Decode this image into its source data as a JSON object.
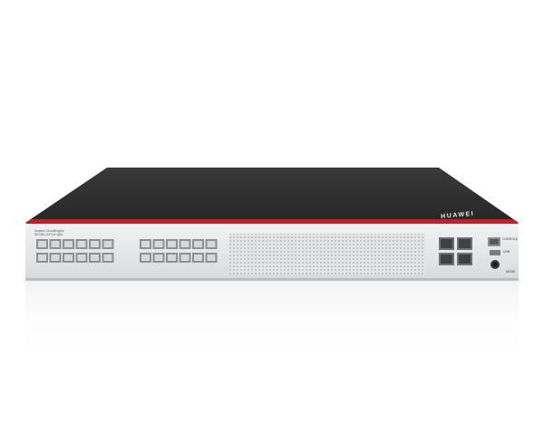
{
  "device": {
    "brand": "HUAWEI",
    "model_line_1": "Huawei CloudEngine",
    "model_line_2": "S5735-L24T4X-QA1",
    "console_label": "CONSOLE",
    "usb_label": "USB",
    "mode_label": "MODE",
    "rj45_port_count": 24,
    "sfp_port_count": 4
  },
  "colors": {
    "background": "#ffffff",
    "top_cover": "#2b2b2b",
    "front_panel": "#e6e7e8",
    "accent_stripe": "#b3262b",
    "port": "#8d8f92"
  }
}
